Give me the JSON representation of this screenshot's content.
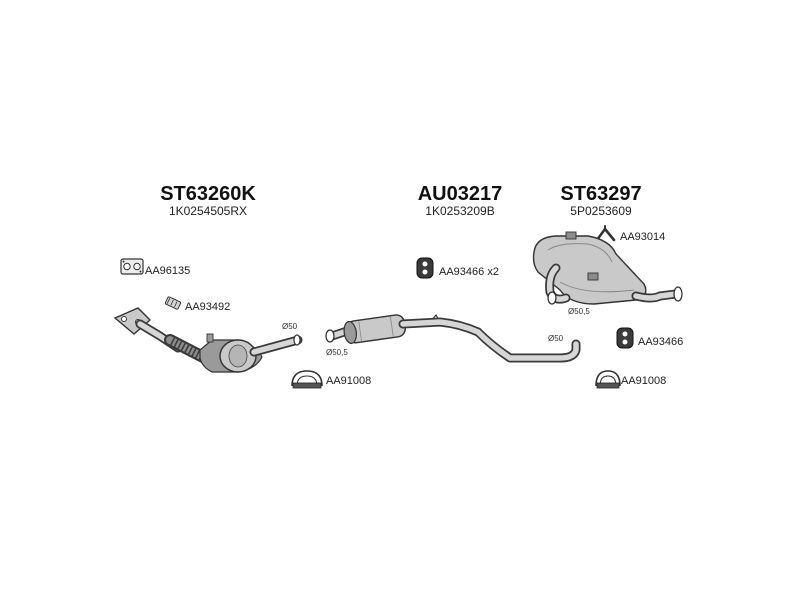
{
  "groups": [
    {
      "code": "ST63260K",
      "oem": "1K0254505RX"
    },
    {
      "code": "AU03217",
      "oem": "1K0253209B"
    },
    {
      "code": "ST63297",
      "oem": "5P0253609"
    }
  ],
  "accessories": {
    "gasket_front": "AA96135",
    "bolt_kit": "AA93492",
    "clamp_left": "AA91008",
    "rubber_mount_x2": "AA93466 x2",
    "hanger_clip": "AA93014",
    "rubber_mount_right": "AA93466",
    "clamp_right": "AA91008"
  },
  "diameters": {
    "cat_outlet": "Ø50",
    "mid_inlet": "Ø50,5",
    "mid_outlet": "Ø50",
    "rear_inlet": "Ø50,5"
  }
}
